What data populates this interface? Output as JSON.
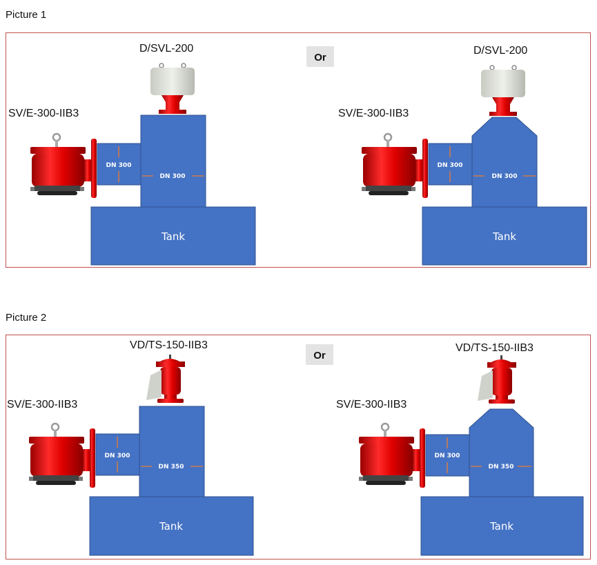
{
  "pictures": [
    {
      "title": "Picture 1",
      "or_label": "Or",
      "variants": [
        {
          "top_valve": "D/SVL-200",
          "side_valve": "SV/E-300-IIB3",
          "pipe_dn": "DN 300",
          "column_dn": "DN 300",
          "tank": "Tank",
          "top": "flat"
        },
        {
          "top_valve": "D/SVL-200",
          "side_valve": "SV/E-300-IIB3",
          "pipe_dn": "DN 300",
          "column_dn": "DN 300",
          "tank": "Tank",
          "top": "cone"
        }
      ]
    },
    {
      "title": "Picture 2",
      "or_label": "Or",
      "variants": [
        {
          "top_valve": "VD/TS-150-IIB3",
          "side_valve": "SV/E-300-IIB3",
          "pipe_dn": "DN 300",
          "column_dn": "DN 350",
          "tank": "Tank",
          "top": "flat"
        },
        {
          "top_valve": "VD/TS-150-IIB3",
          "side_valve": "SV/E-300-IIB3",
          "pipe_dn": "DN 300",
          "column_dn": "DN 350",
          "tank": "Tank",
          "top": "cone"
        }
      ]
    }
  ],
  "colors": {
    "tank_blue": "#4472c4",
    "valve_red": "#e01010",
    "frame_red": "#c0504d",
    "arrow_orange": "#ed7d31"
  }
}
